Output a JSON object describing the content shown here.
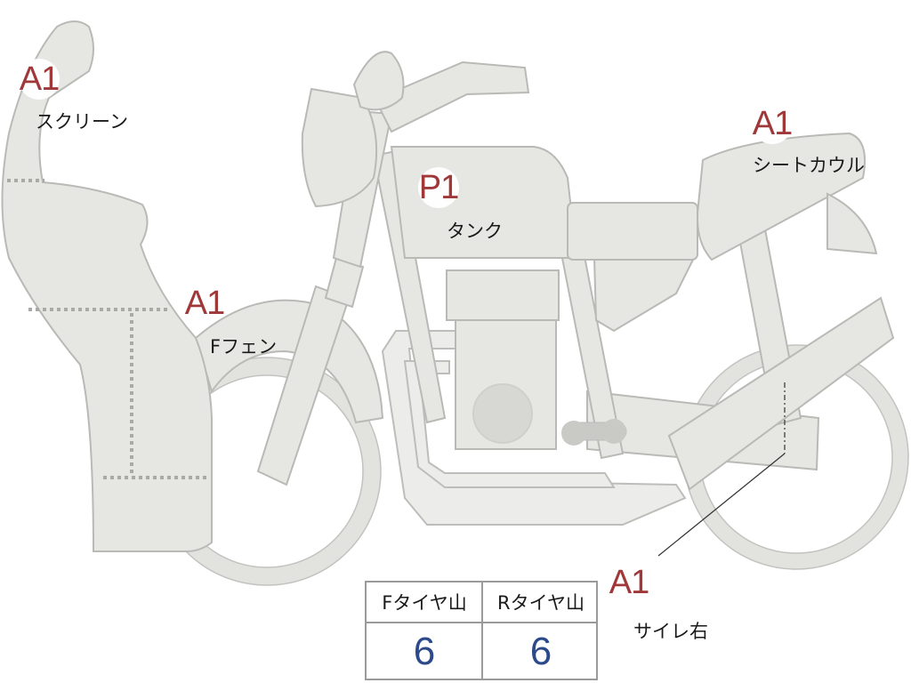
{
  "colors": {
    "grade_text": "#a0383a",
    "value_text": "#2c4a8a",
    "part_fill": "#e6e6e3",
    "part_stroke": "#b9b9b6"
  },
  "parts": [
    {
      "grade": "A1",
      "name": "スクリーン"
    },
    {
      "grade": "P1",
      "name": "タンク"
    },
    {
      "grade": "A1",
      "name": "シートカウル"
    },
    {
      "grade": "A1",
      "name": "Fフェン"
    },
    {
      "grade": "A1",
      "name": "サイレ右"
    }
  ],
  "tread_table": {
    "front_header": "Fタイヤ山",
    "rear_header": "Rタイヤ山",
    "front_value": "6",
    "rear_value": "6"
  }
}
